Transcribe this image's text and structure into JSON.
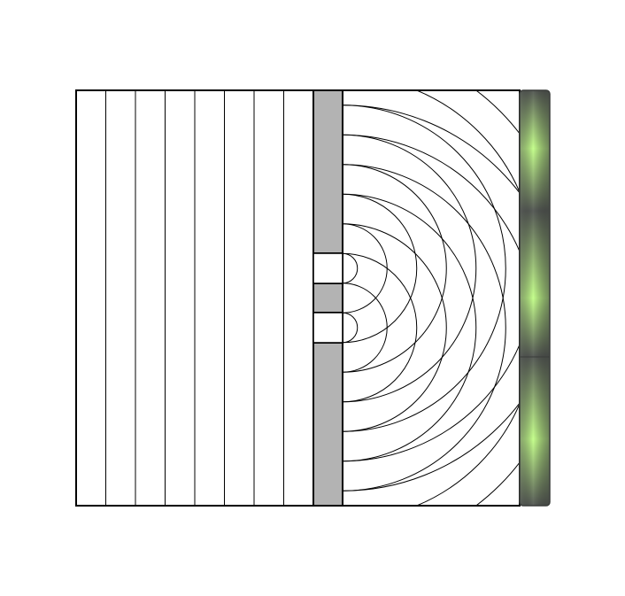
{
  "diagram": {
    "kind": "double-slit interference",
    "incident_wavefront_count": 8,
    "slit_count": 2,
    "circular_wavefronts_per_slit": 8,
    "screen_bright_fringes": 3,
    "screen_dark_fringes": 2
  },
  "colors": {
    "outline": "#000000",
    "barrier": "#b3b3b3",
    "background": "#ffffff",
    "fringe_bright": "#c6ff8e",
    "fringe_dark": "#5a5e5a"
  },
  "icons": {
    "incident": "plane-wave-icon",
    "barrier": "double-slit-barrier-icon",
    "screen": "interference-screen-icon"
  }
}
